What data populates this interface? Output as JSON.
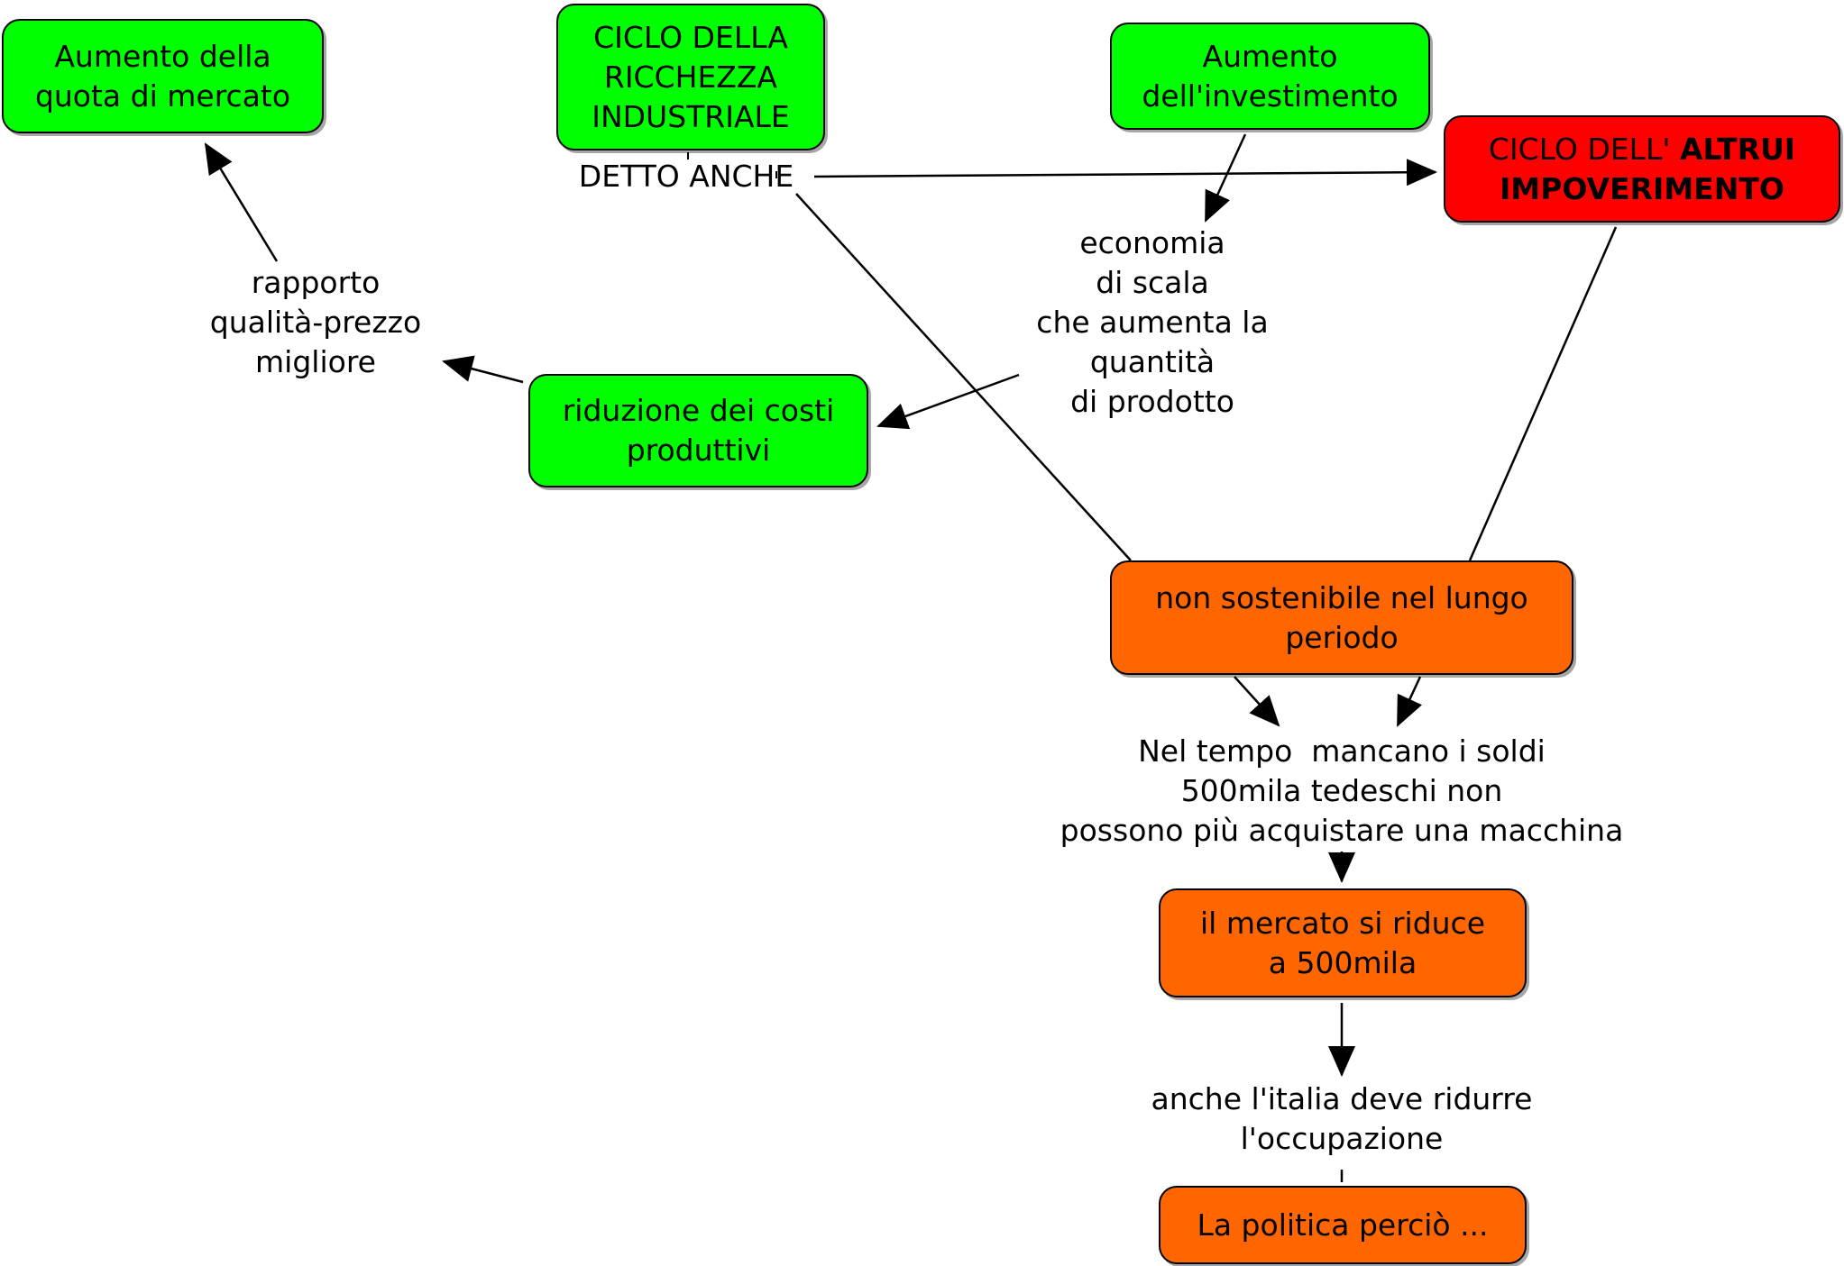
{
  "nodes": {
    "quota": {
      "lines": [
        "Aumento della",
        "quota di mercato"
      ],
      "fill": "#00ff00"
    },
    "ciclo_ricchezza": {
      "lines": [
        "CICLO DELLA",
        "RICCHEZZA",
        "INDUSTRIALE"
      ],
      "fill": "#00ff00"
    },
    "investimento": {
      "lines": [
        "Aumento",
        "dell'investimento"
      ],
      "fill": "#00ff00"
    },
    "altrui": {
      "line1_normal": "CICLO DELL' ",
      "line1_bold": "ALTRUI",
      "line2_bold": "IMPOVERIMENTO",
      "fill": "#ff0000"
    },
    "riduzione_costi": {
      "lines": [
        "riduzione dei costi",
        "produttivi"
      ],
      "fill": "#00ff00"
    },
    "non_sostenibile": {
      "lines": [
        "non sostenibile nel lungo",
        "periodo"
      ],
      "fill": "#ff6600"
    },
    "mercato": {
      "lines": [
        "il mercato si riduce",
        "a 500mila"
      ],
      "fill": "#ff6600"
    },
    "politica": {
      "lines": [
        "La politica perciò ..."
      ],
      "fill": "#ff6600"
    }
  },
  "labels": {
    "detto_anche": "DETTO ANCHE",
    "rapporto": [
      "rapporto",
      "qualità-prezzo",
      "migliore"
    ],
    "economia": [
      "economia",
      "di scala",
      "che aumenta la",
      "quantità",
      "di prodotto"
    ],
    "nel_tempo": [
      "Nel tempo  mancano i soldi",
      "500mila tedeschi non",
      "possono più acquistare una macchina"
    ],
    "occupazione": [
      "anche l'italia deve ridurre",
      "l'occupazione"
    ]
  }
}
